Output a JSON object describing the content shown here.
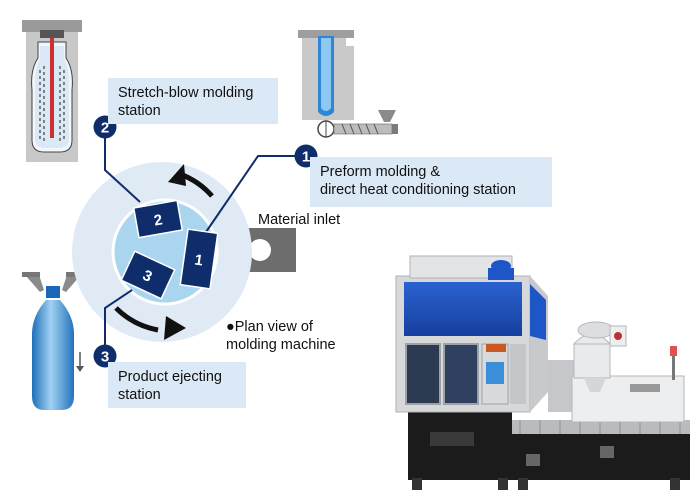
{
  "stations": [
    {
      "number": "1",
      "label": "Preform molding &\ndirect heat conditioning station"
    },
    {
      "number": "2",
      "label": "Stretch-blow molding\nstation"
    },
    {
      "number": "3",
      "label": "Product ejecting\nstation"
    }
  ],
  "rotor_segments": [
    "2",
    "1",
    "3"
  ],
  "material_inlet": "Material inlet",
  "plan_view": "●Plan view of\nmolding machine",
  "colors": {
    "navy": "#0f2d6b",
    "box_fill": "#dbe8f5",
    "disc": "#dfeaf5",
    "rotor_ring": "#a9d6ee",
    "machine_blue": "#1e56c8",
    "frame": "#d7d8da"
  }
}
